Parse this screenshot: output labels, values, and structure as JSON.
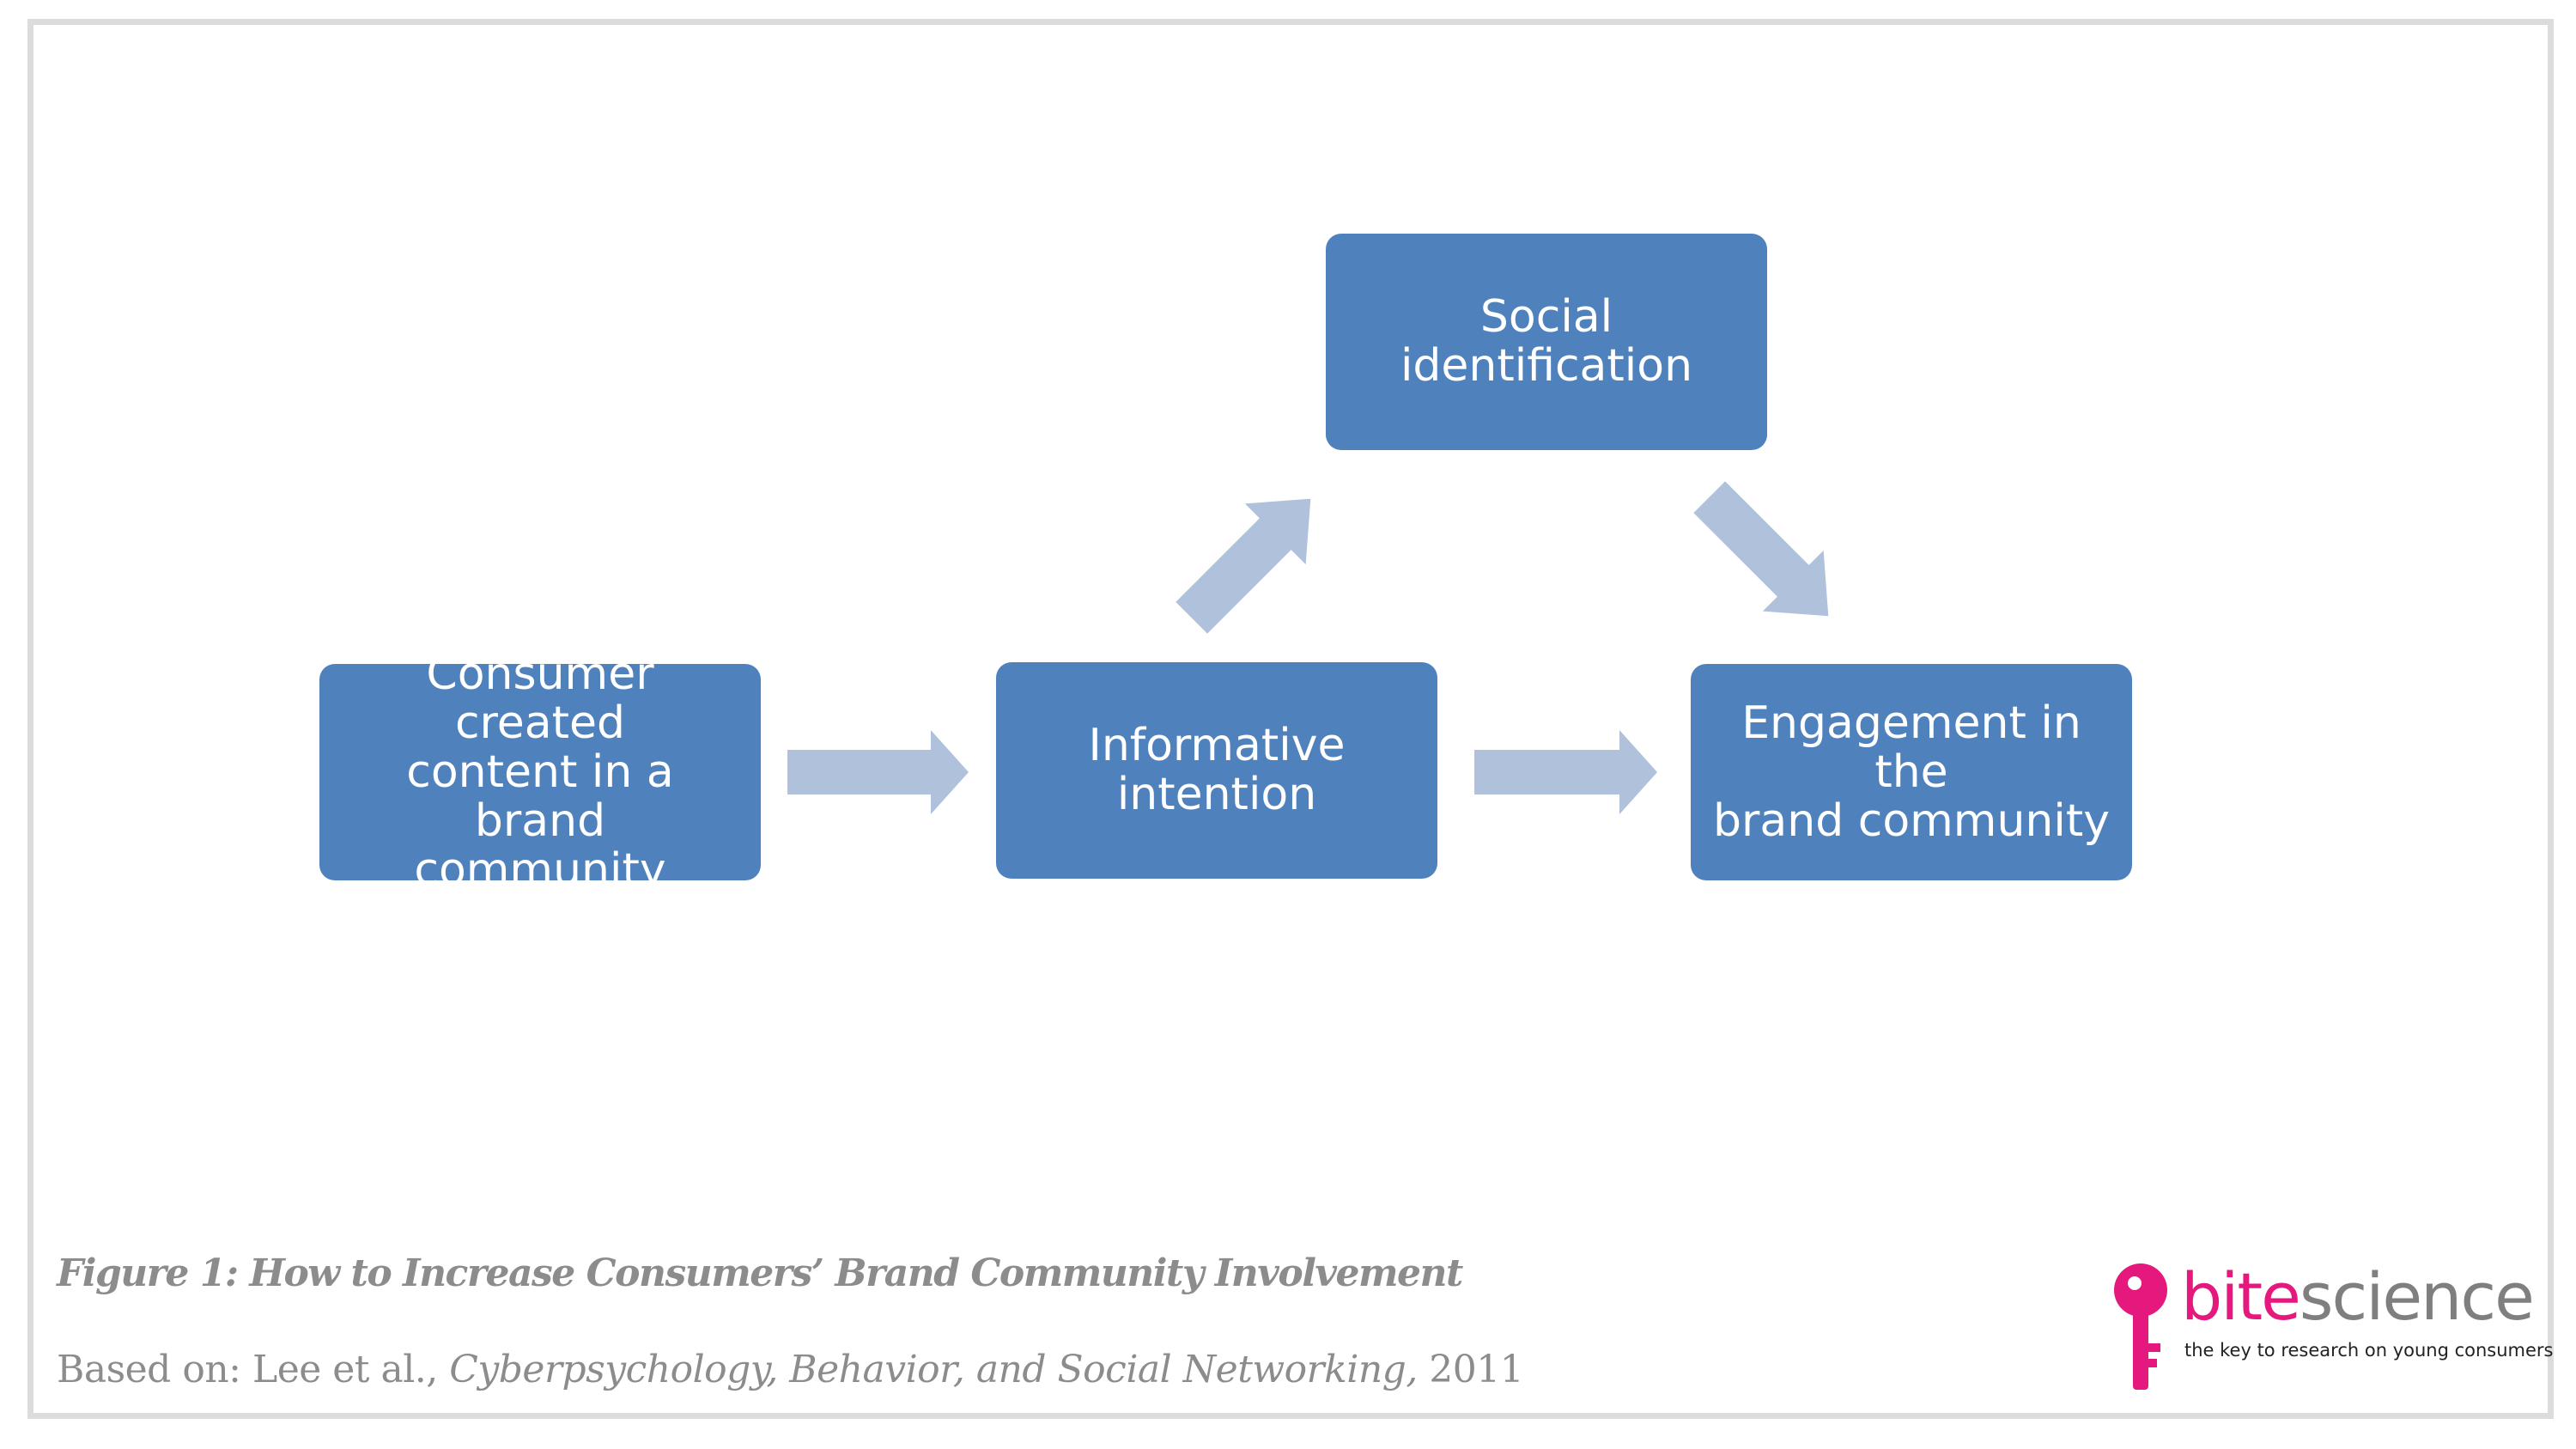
{
  "diagram": {
    "nodes": {
      "consumer_content": {
        "lines": [
          "Consumer created",
          "content in a brand",
          "community"
        ]
      },
      "informative_intention": {
        "lines": [
          "Informative",
          "intention"
        ]
      },
      "social_identification": {
        "lines": [
          "Social",
          "identification"
        ]
      },
      "engagement": {
        "lines": [
          "Engagement in the",
          "brand community"
        ]
      }
    },
    "colors": {
      "node_fill": "#4f81bd",
      "node_text": "#ffffff",
      "arrow_fill": "#b0c1dc"
    }
  },
  "caption": {
    "figure_title": "Figure 1: How to Increase Consumers’ Brand Community Involvement",
    "source_prefix": "Based on: Lee et al., ",
    "source_journal": "Cyberpsychology, Behavior, and Social Networking,",
    "source_year": " 2011"
  },
  "logo": {
    "brand_part1": "bite",
    "brand_part2": "science",
    "tagline": "the key to research on young consumers",
    "colors": {
      "bite": "#e5197d",
      "science": "#7f7f7f"
    }
  }
}
